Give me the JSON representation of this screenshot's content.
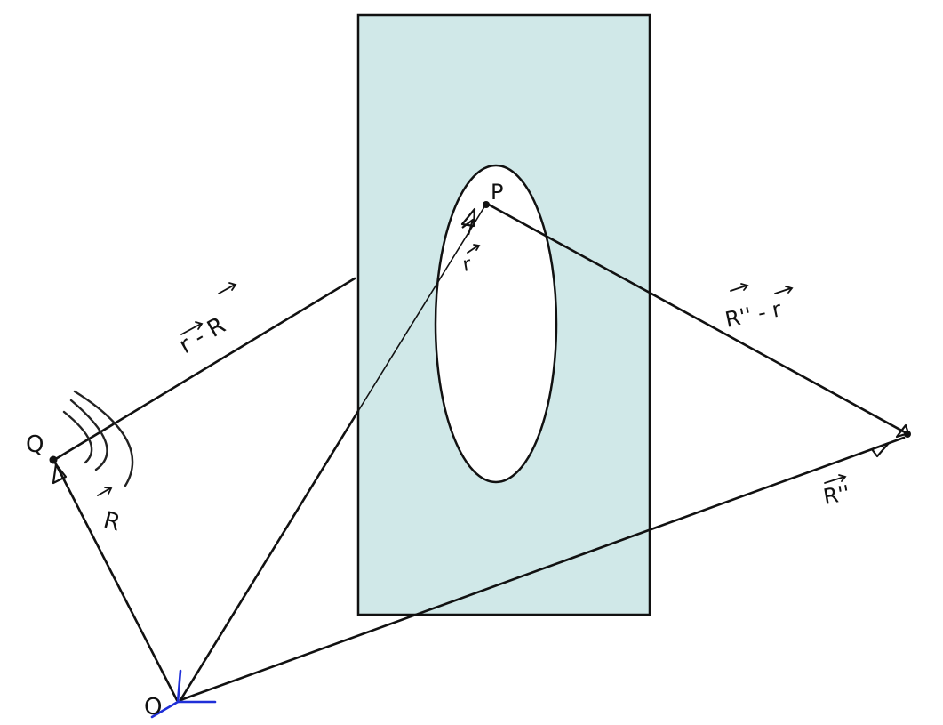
{
  "colors": {
    "screen_fill": "#d0e8e8",
    "aperture_fill": "#ffffff",
    "ink": "#111111",
    "axes": "#1f2fd8"
  },
  "points": {
    "source": "Q",
    "aperture_point": "P",
    "origin": "O"
  },
  "vectors": {
    "R": "R",
    "r": "r",
    "r_minus_R": "r - R",
    "R_prime": "R''",
    "R_prime_minus_r": "R'' - r"
  }
}
